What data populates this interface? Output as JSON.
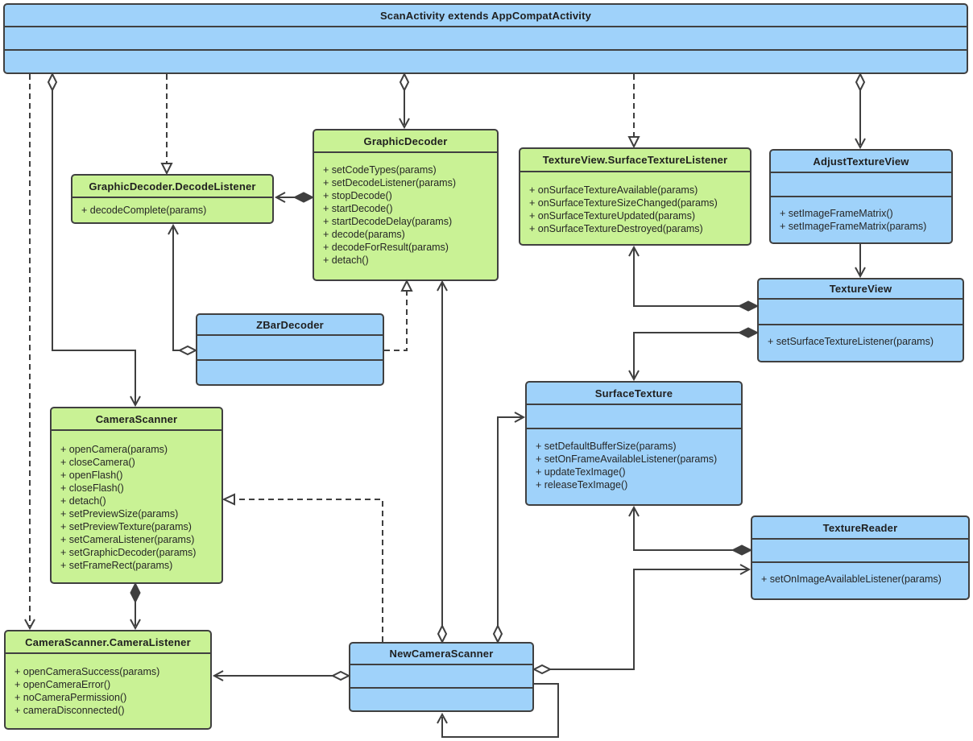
{
  "colors": {
    "class_green": "#c9f295",
    "class_blue": "#9fd2fa",
    "border": "#404040",
    "line": "#3f3f3f",
    "background": "#ffffff"
  },
  "classes": {
    "scan_activity": {
      "title": "ScanActivity extends AppCompatActivity",
      "methods": []
    },
    "decode_listener": {
      "title": "GraphicDecoder.DecodeListener",
      "methods": [
        "+ decodeComplete(params)"
      ]
    },
    "graphic_decoder": {
      "title": "GraphicDecoder",
      "methods": [
        "+ setCodeTypes(params)",
        "+ setDecodeListener(params)",
        "+ stopDecode()",
        "+ startDecode()",
        "+ startDecodeDelay(params)",
        "+ decode(params)",
        "+ decodeForResult(params)",
        "+ detach()"
      ]
    },
    "surface_texture_listener": {
      "title": "TextureView.SurfaceTextureListener",
      "methods": [
        "+ onSurfaceTextureAvailable(params)",
        "+ onSurfaceTextureSizeChanged(params)",
        "+ onSurfaceTextureUpdated(params)",
        "+ onSurfaceTextureDestroyed(params)"
      ]
    },
    "adjust_texture_view": {
      "title": "AdjustTextureView",
      "methods": [
        "+ setImageFrameMatrix()",
        "+ setImageFrameMatrix(params)"
      ]
    },
    "zbar_decoder": {
      "title": "ZBarDecoder",
      "methods": []
    },
    "texture_view": {
      "title": "TextureView",
      "methods": [
        "+ setSurfaceTextureListener(params)"
      ]
    },
    "camera_scanner": {
      "title": "CameraScanner",
      "methods": [
        "+ openCamera(params)",
        "+ closeCamera()",
        "+ openFlash()",
        "+ closeFlash()",
        "+ detach()",
        "+ setPreviewSize(params)",
        "+ setPreviewTexture(params)",
        "+ setCameraListener(params)",
        "+ setGraphicDecoder(params)",
        "+ setFrameRect(params)"
      ]
    },
    "surface_texture": {
      "title": "SurfaceTexture",
      "methods": [
        "+ setDefaultBufferSize(params)",
        "+ setOnFrameAvailableListener(params)",
        "+ updateTexImage()",
        "+ releaseTexImage()"
      ]
    },
    "texture_reader": {
      "title": "TextureReader",
      "methods": [
        "+ setOnImageAvailableListener(params)"
      ]
    },
    "camera_listener": {
      "title": "CameraScanner.CameraListener",
      "methods": [
        "+ openCameraSuccess(params)",
        "+ openCameraError()",
        "+ noCameraPermission()",
        "+ cameraDisconnected()"
      ]
    },
    "new_camera_scanner": {
      "title": "NewCameraScanner",
      "methods": []
    }
  },
  "relationships": [
    {
      "from": "ScanActivity",
      "to": "CameraScanner.CameraListener",
      "type": "dashed-dependency"
    },
    {
      "from": "ScanActivity",
      "to": "CameraScanner",
      "type": "aggregation"
    },
    {
      "from": "ScanActivity",
      "to": "GraphicDecoder.DecodeListener",
      "type": "dashed-realization"
    },
    {
      "from": "ScanActivity",
      "to": "GraphicDecoder",
      "type": "aggregation"
    },
    {
      "from": "ScanActivity",
      "to": "TextureView.SurfaceTextureListener",
      "type": "dashed-realization"
    },
    {
      "from": "ScanActivity",
      "to": "AdjustTextureView",
      "type": "aggregation"
    },
    {
      "from": "AdjustTextureView",
      "to": "TextureView",
      "type": "association"
    },
    {
      "from": "TextureView",
      "to": "TextureView.SurfaceTextureListener",
      "type": "composition"
    },
    {
      "from": "TextureView",
      "to": "SurfaceTexture",
      "type": "composition"
    },
    {
      "from": "GraphicDecoder",
      "to": "GraphicDecoder.DecodeListener",
      "type": "composition"
    },
    {
      "from": "ZBarDecoder",
      "to": "GraphicDecoder.DecodeListener",
      "type": "aggregation"
    },
    {
      "from": "ZBarDecoder",
      "to": "GraphicDecoder",
      "type": "dashed-realization"
    },
    {
      "from": "NewCameraScanner",
      "to": "GraphicDecoder",
      "type": "aggregation"
    },
    {
      "from": "NewCameraScanner",
      "to": "SurfaceTexture",
      "type": "aggregation"
    },
    {
      "from": "TextureReader",
      "to": "SurfaceTexture",
      "type": "composition"
    },
    {
      "from": "NewCameraScanner",
      "to": "TextureReader",
      "type": "aggregation"
    },
    {
      "from": "NewCameraScanner",
      "to": "CameraScanner",
      "type": "dashed-generalization"
    },
    {
      "from": "CameraScanner",
      "to": "CameraScanner.CameraListener",
      "type": "composition"
    },
    {
      "from": "NewCameraScanner",
      "to": "CameraScanner.CameraListener",
      "type": "aggregation"
    },
    {
      "from": "NewCameraScanner",
      "to": "NewCameraScanner",
      "type": "self-association"
    }
  ]
}
